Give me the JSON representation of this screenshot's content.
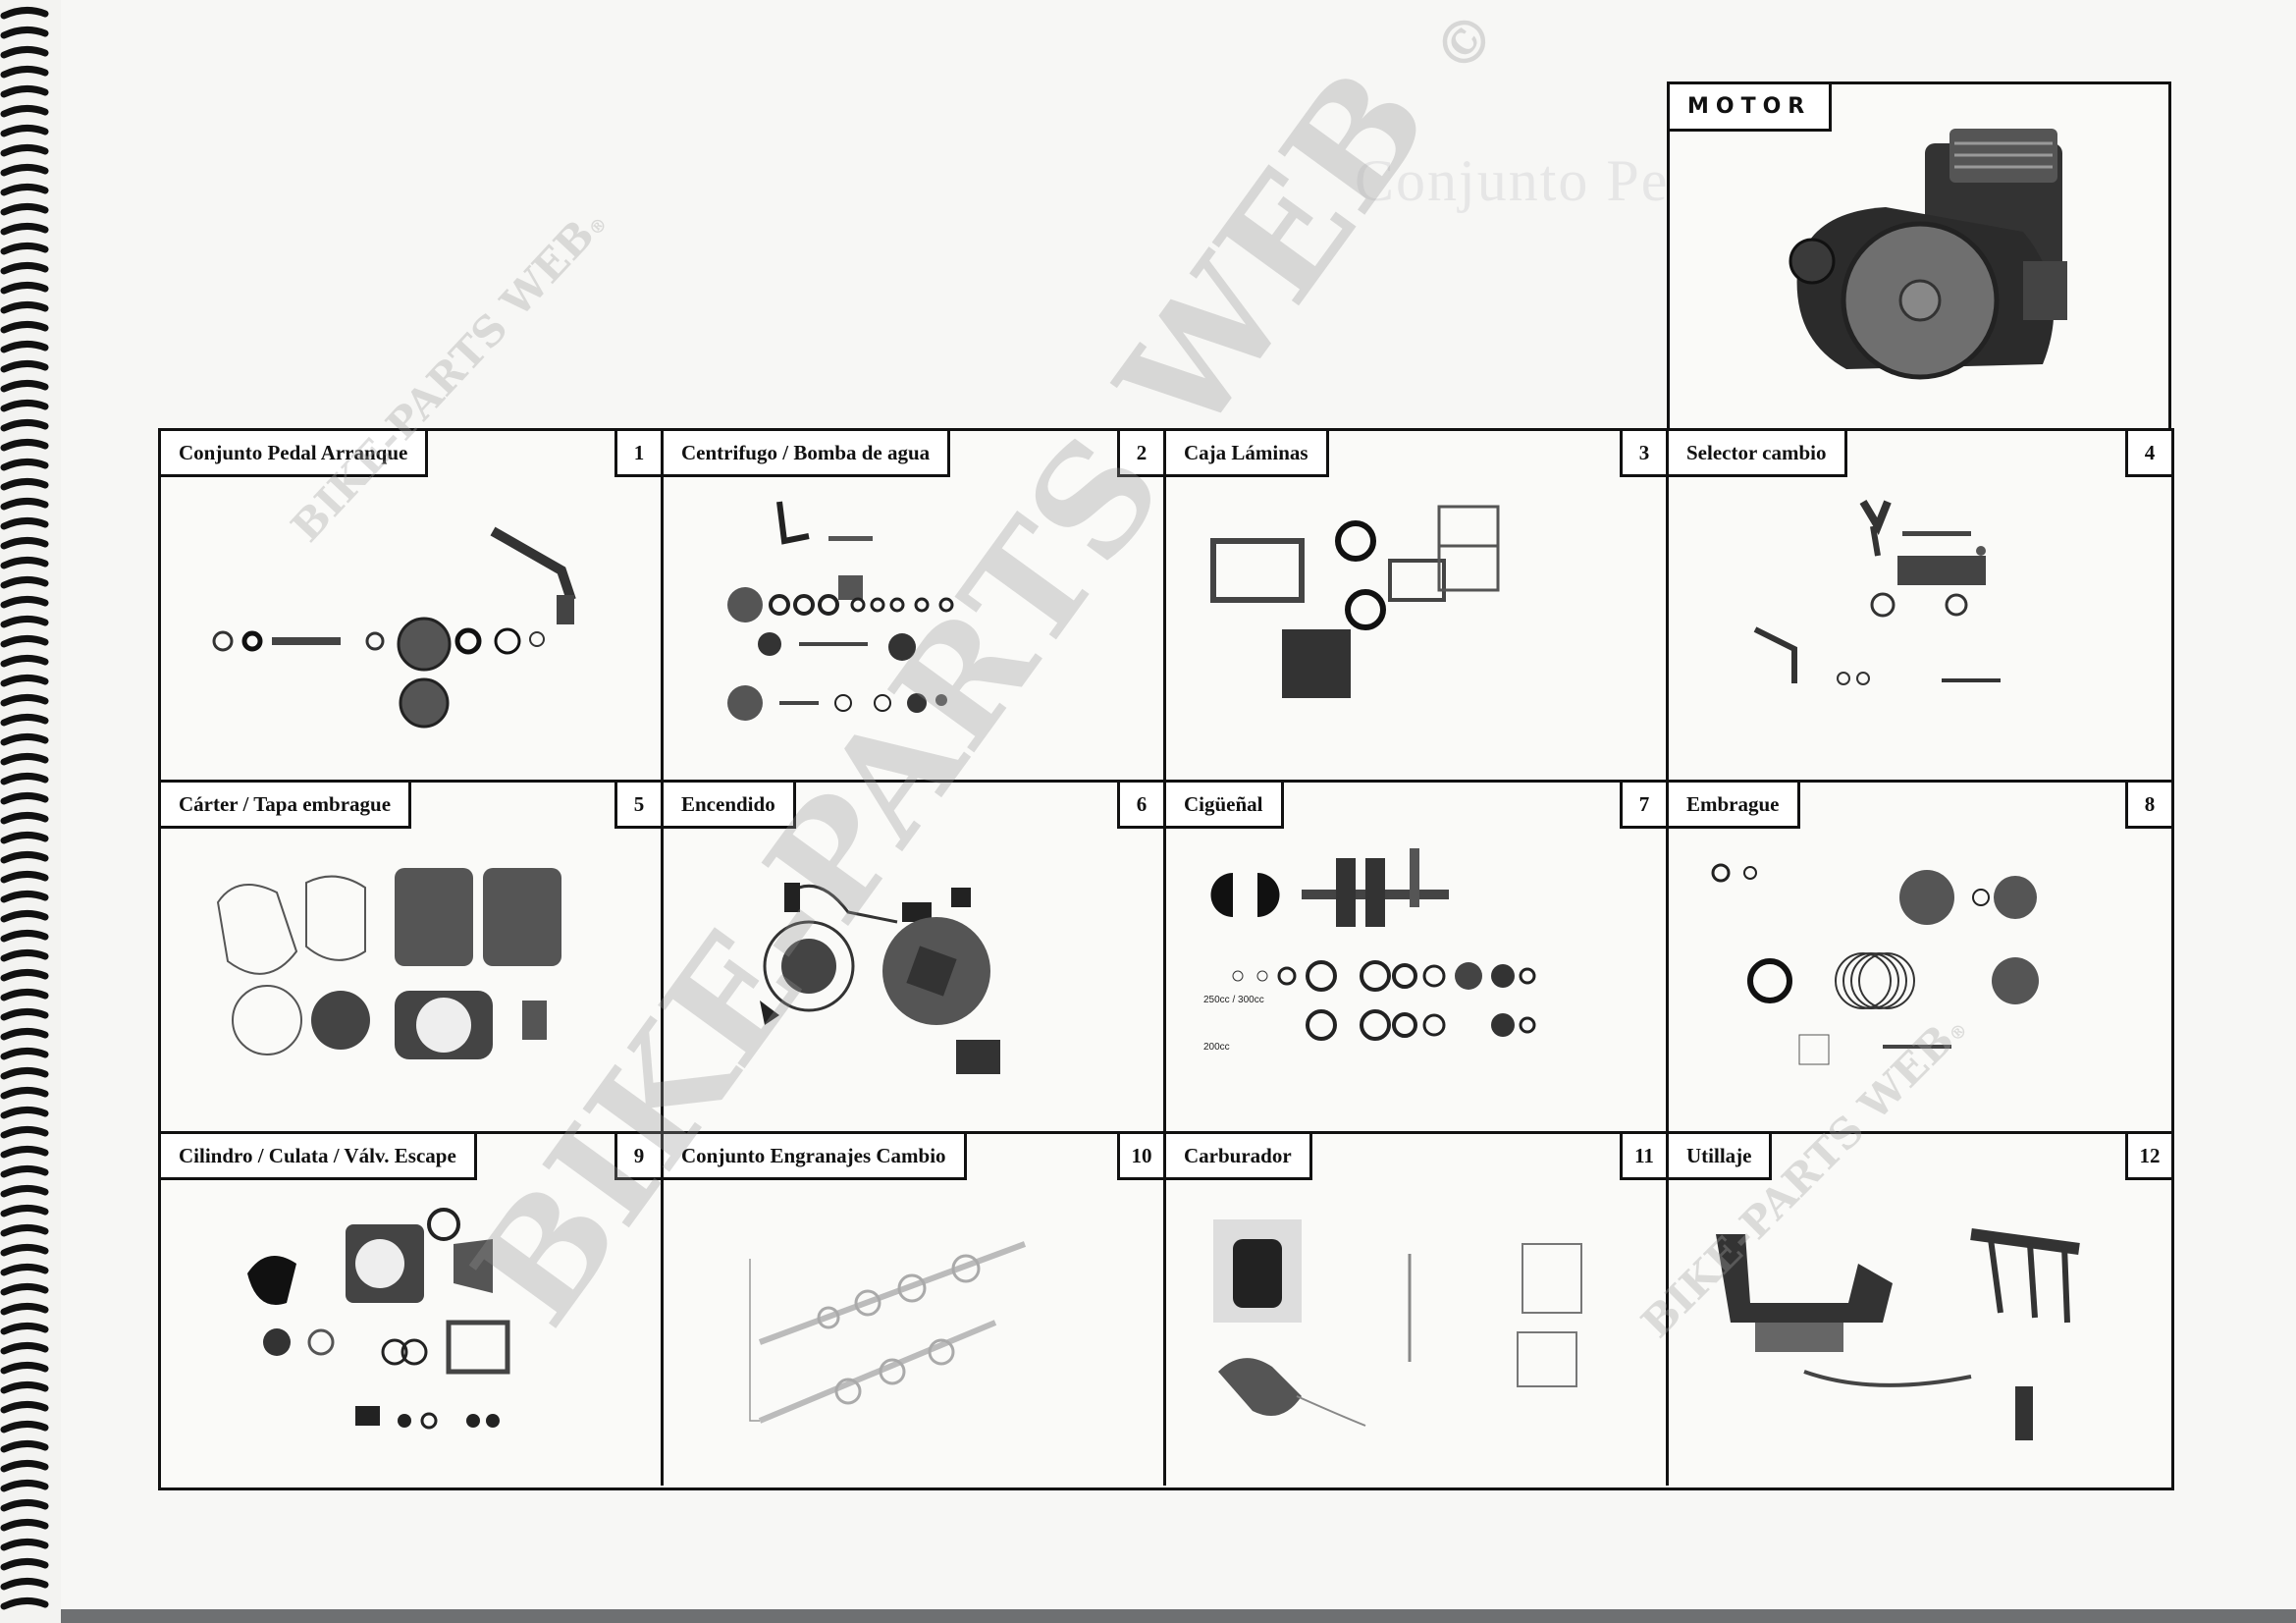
{
  "watermark": {
    "main": "BIKE-PARTS WEB",
    "symbol": "©",
    "small": "BIKE-PARTS WEB",
    "registered": "®"
  },
  "motor": {
    "label": "MOTOR"
  },
  "sections": [
    {
      "number": "1",
      "title": "Conjunto Pedal Arranque"
    },
    {
      "number": "2",
      "title": "Centrifugo / Bomba de agua"
    },
    {
      "number": "3",
      "title": "Caja Láminas"
    },
    {
      "number": "4",
      "title": "Selector cambio"
    },
    {
      "number": "5",
      "title": "Cárter / Tapa embrague"
    },
    {
      "number": "6",
      "title": "Encendido"
    },
    {
      "number": "7",
      "title": "Cigüeñal"
    },
    {
      "number": "8",
      "title": "Embrague"
    },
    {
      "number": "9",
      "title": "Cilindro / Culata / Válv. Escape"
    },
    {
      "number": "10",
      "title": "Conjunto Engranajes Cambio"
    },
    {
      "number": "11",
      "title": "Carburador"
    },
    {
      "number": "12",
      "title": "Utillaje"
    }
  ],
  "cell7_labels": {
    "a": "250cc / 300cc",
    "b": "200cc"
  }
}
